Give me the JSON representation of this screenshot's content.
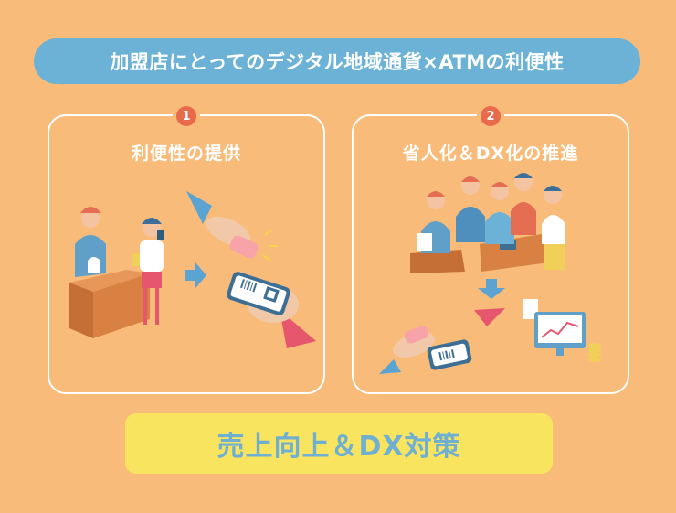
{
  "title": "加盟店にとってのデジタル地域通貨×ATMの利便性",
  "panels": [
    {
      "number": "1",
      "heading": "利便性の提供"
    },
    {
      "number": "2",
      "heading": "省人化＆DX化の推進"
    }
  ],
  "result": "売上向上＆DX対策",
  "colors": {
    "background": "#f8bb79",
    "banner": "#6bb2d6",
    "badge": "#e76a4a",
    "result_box": "#f9e45f",
    "result_text": "#6fb0d2"
  }
}
